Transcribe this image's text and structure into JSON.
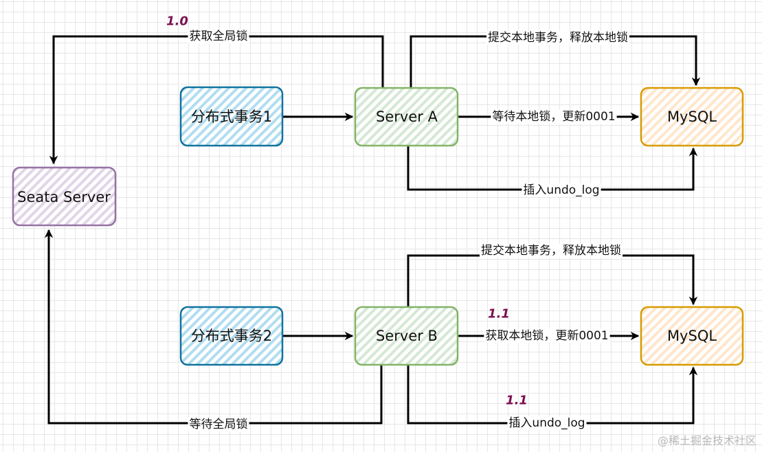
{
  "nodes": {
    "seata": "Seata Server",
    "tx1": "分布式事务1",
    "tx2": "分布式事务2",
    "server_a": "Server A",
    "server_b": "Server B",
    "mysql_a": "MySQL",
    "mysql_b": "MySQL"
  },
  "edges": {
    "a_to_seata": "获取全局锁",
    "a_commit": "提交本地事务，释放本地锁",
    "a_update": "等待本地锁，更新0001",
    "a_undo": "插入undo_log",
    "b_commit": "提交本地事务，释放本地锁",
    "b_update": "获取本地锁，更新0001",
    "b_undo": "插入undo_log",
    "b_to_seata": "等待全局锁"
  },
  "steps": {
    "a_global": "1.0",
    "b_update": "1.1",
    "b_undo": "1.1"
  },
  "watermark": "@稀土掘金技术社区",
  "colors": {
    "blue_fill": "#b1ddf0",
    "blue_stroke": "#10739e",
    "green_fill": "#d5e8d4",
    "green_stroke": "#82b366",
    "orange_fill": "#ffe6cc",
    "orange_stroke": "#d79b00",
    "purple_fill": "#e1d5e7",
    "purple_stroke": "#9673a6",
    "step": "#7a1050"
  }
}
